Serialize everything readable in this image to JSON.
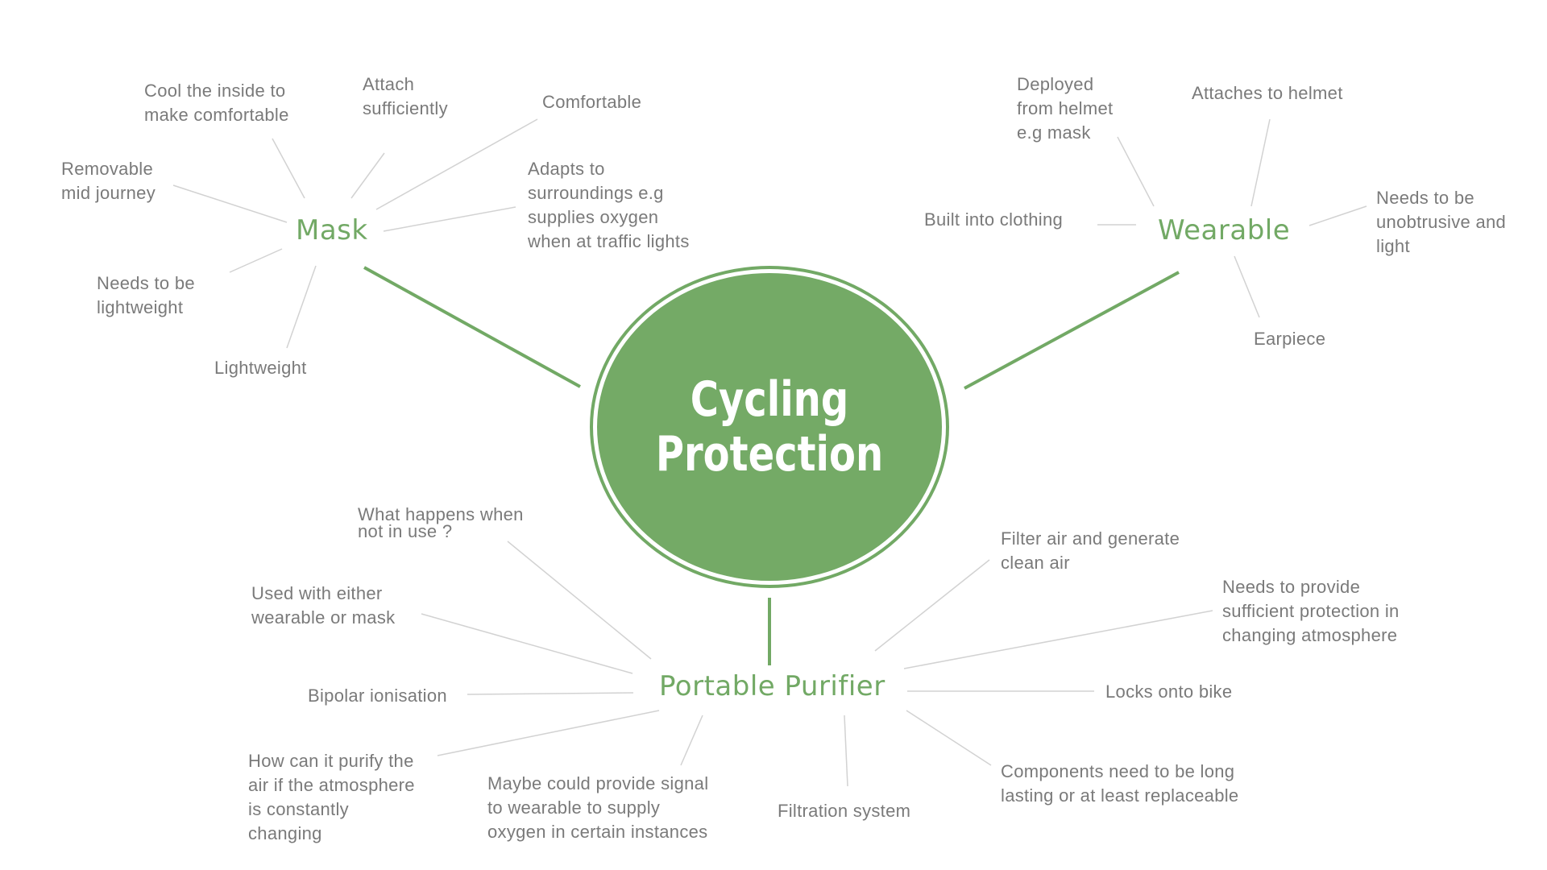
{
  "center": {
    "title": "Cycling\nProtection"
  },
  "branches": {
    "mask": {
      "label": "Mask",
      "notes": [
        "Cool the inside to\nmake comfortable",
        "Attach\nsufficiently",
        "Comfortable",
        "Removable\nmid journey",
        "Adapts to\nsurroundings e.g\nsupplies oxygen\nwhen at traffic lights",
        "Needs to be\nlightweight",
        "Lightweight"
      ]
    },
    "wearable": {
      "label": "Wearable",
      "notes": [
        "Deployed\nfrom helmet\ne.g mask",
        "Attaches to helmet",
        "Built into clothing",
        "Needs to be\nunobtrusive and\nlight",
        "Earpiece"
      ]
    },
    "purifier": {
      "label": "Portable Purifier",
      "notes": [
        "What happens when\nnot in use ?",
        "Used with either\nwearable or mask",
        "Bipolar ionisation",
        "How can it purify the\nair if the atmosphere\nis constantly\nchanging",
        "Maybe could provide signal\nto wearable to supply\noxygen in certain instances",
        "Filtration system",
        "Components need to be long\nlasting or at least replaceable",
        "Locks onto bike",
        "Needs to provide\nsufficient protection in\nchanging atmosphere",
        "Filter air and generate\nclean air"
      ]
    }
  },
  "colors": {
    "accent": "#72a965",
    "center_fill": "#74aa66",
    "note_text": "#7a7a7a",
    "connector": "#d2d2d2"
  }
}
